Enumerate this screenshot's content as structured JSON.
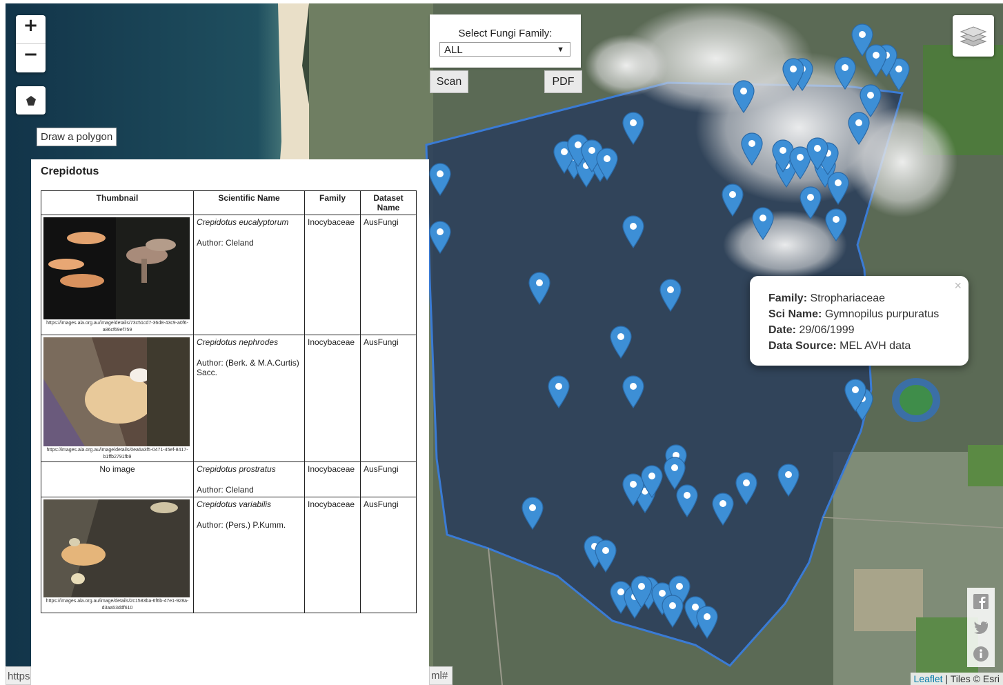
{
  "map": {
    "zoom_in": "+",
    "zoom_out": "−",
    "draw_tooltip": "Draw a polygon",
    "family_select_label": "Select Fungi Family:",
    "family_select_value": "ALL",
    "scan_button": "Scan",
    "pdf_button": "PDF",
    "attribution_leaflet": "Leaflet",
    "attribution_tiles": "| Tiles © Esri",
    "url_fragment_left": "https:",
    "url_fragment_right": "ml#",
    "icons": {
      "draw": "polygon-icon",
      "layers": "layers-icon",
      "facebook": "facebook-icon",
      "twitter": "twitter-icon",
      "info": "info-icon"
    },
    "colors": {
      "marker": "#3d8fd6",
      "polygon": "#3a7bd5"
    }
  },
  "popup": {
    "close": "×",
    "family_label": "Family:",
    "family_value": "Strophariaceae",
    "sci_label": "Sci Name:",
    "sci_value": "Gymnopilus purpuratus",
    "date_label": "Date:",
    "date_value": "29/06/1999",
    "source_label": "Data Source:",
    "source_value": "MEL AVH data"
  },
  "panel": {
    "title": "Crepidotus",
    "headers": {
      "thumbnail": "Thumbnail",
      "scientific_name": "Scientific Name",
      "family": "Family",
      "dataset": "Dataset Name"
    },
    "rows": [
      {
        "url": "https://images.ala.org.au/image/details/73c51cd7-36d8-43c9-a0f6-a86cf69ef759",
        "sci": "Crepidotus eucalyptorum",
        "author": "Author: Cleland",
        "family": "Inocybaceae",
        "dataset": "AusFungi"
      },
      {
        "url": "https://images.ala.org.au/image/details/0ea6a3f5-0471-45ef-8417-b1ffb2791fb9",
        "sci": "Crepidotus nephrodes",
        "author": "Author: (Berk. & M.A.Curtis) Sacc.",
        "family": "Inocybaceae",
        "dataset": "AusFungi"
      },
      {
        "no_image": "No image",
        "sci": "Crepidotus prostratus",
        "author": "Author: Cleland",
        "family": "Inocybaceae",
        "dataset": "AusFungi"
      },
      {
        "url": "https://images.ala.org.au/image/details/2c1583ba-6f6b-47e1-928a-d3aa53ddf610",
        "sci": "Crepidotus variabilis",
        "author": "Author: (Pers.) P.Kumm.",
        "family": "Inocybaceae",
        "dataset": "AusFungi"
      }
    ]
  }
}
